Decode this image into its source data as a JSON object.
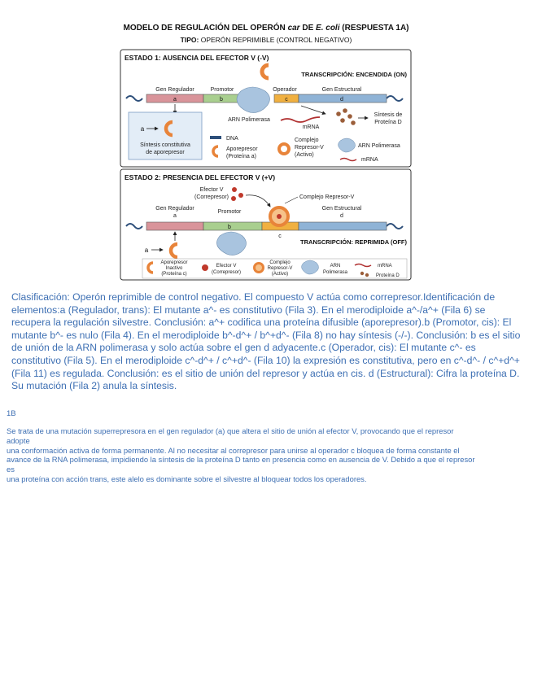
{
  "figure": {
    "title_a": "MODELO DE REGULACIÓN DEL OPERÓN ",
    "title_b": "car",
    "title_c": " DE ",
    "title_d": "E. coli",
    "title_e": " (RESPUESTA 1A)",
    "subtitle_bold": "TIPO:",
    "subtitle_rest": " OPERÓN REPRIMIBLE (CONTROL NEGATIVO)",
    "state1": {
      "title": "ESTADO 1: AUSENCIA DEL EFECTOR V (-V)",
      "transcription": "TRANSCRIPCIÓN: ENCENDIDA (ON)",
      "labels": {
        "gen_regulador": "Gen Regulador",
        "promotor": "Promotor",
        "operador": "Operador",
        "gen_estructural": "Gen Estructural",
        "a": "a",
        "b": "b",
        "c": "c",
        "d": "d",
        "arn_polimerasa": "ARN Polimerasa",
        "mrna": "mRNA",
        "sintesis_d_1": "Síntesis de",
        "sintesis_d_2": "Proteína D",
        "box_a": "a",
        "sintesis_constitutiva_1": "Síntesis constitutiva",
        "sintesis_constitutiva_2": "de aporepresor"
      },
      "legend": {
        "dna": "DNA",
        "aporepresor_1": "Aporepresor",
        "aporepresor_2": "(Proteína a)",
        "complejo_1": "Complejo",
        "complejo_2": "Represor-V",
        "complejo_3": "(Activo)",
        "arn_pol": "ARN Polimerasa",
        "mrna": "mRNA"
      }
    },
    "state2": {
      "title": "ESTADO 2: PRESENCIA DEL EFECTOR V (+V)",
      "efector_1": "Efector V",
      "efector_2": "(Correpresor)",
      "complejo": "Complejo Represor-V",
      "gen_regulador": "Gen Regulador",
      "promotor": "Promotor",
      "gen_estructural": "Gen Estructural",
      "a": "a",
      "b": "b",
      "c": "c",
      "d": "d",
      "transcription": "TRANSCRIPCIÓN: REPRIMIDA (OFF)",
      "box_a": "a",
      "legend": {
        "apo_1": "Aporepresor",
        "apo_2": "Inactivo",
        "apo_3": "(Proteína c)",
        "efector_1": "Efector V",
        "efector_2": "(Correpresor)",
        "complejo_1": "Complejo",
        "complejo_2": "Represor-V",
        "complejo_3": "(Activo)",
        "arn_1": "ARN",
        "arn_2": "Polimerasa",
        "mrna": "mRNA",
        "proteina_d": "Proteína D"
      }
    },
    "colors": {
      "reg_gene": "#d9949a",
      "promoter": "#a9cf8f",
      "operator": "#f0b040",
      "structural": "#8fb3d6",
      "repressor": "#e8843a",
      "polymerase": "#a9c4df",
      "mrna": "#b03030",
      "dna_strand": "#2d4f7a",
      "box_fill": "#e3edf7"
    }
  },
  "paragraph1": "Clasificación: Operón reprimible de control negativo. El compuesto V actúa como correpresor.Identificación de elementos:a (Regulador, trans): El mutante a^- es constitutivo (Fila 3). En el merodiploide a^-/a^+ (Fila 6) se recupera la regulación silvestre. Conclusión: a^+ codifica una proteína difusible (aporepresor).b (Promotor, cis): El mutante b^- es nulo (Fila 4). En el merodiploide b^-d^+ / b^+d^- (Fila 8) no hay síntesis (-/-). Conclusión: b es el sitio de unión de la ARN polimerasa y solo actúa sobre el gen d adyacente.c (Operador, cis): El mutante c^- es constitutivo (Fila 5). En el merodiploide c^-d^+ / c^+d^- (Fila 10) la expresión es constitutiva, pero en c^-d^- / c^+d^+ (Fila 11) es regulada. Conclusión: es el sitio de unión del represor y actúa en cis. d (Estructural): Cifra la proteína D. Su mutación (Fila 2) anula la síntesis.",
  "heading_1b": "1B",
  "paragraph2": {
    "line1": "Se trata de una mutación superrepresora en el gen regulador (a) que altera el sitio de unión al efector V, provocando que el represor",
    "line2": "adopte",
    "line3": "una conformación activa de forma permanente. Al no necesitar al correpresor para unirse al operador c bloquea de forma constante el",
    "line4": "avance de la RNA polimerasa, impidiendo la síntesis de la  proteína D tanto en presencia como en ausencia de V. Debido a que el represor",
    "line5": "es",
    "line6": "una proteína con acción  trans, este alelo es dominante sobre el silvestre al bloquear todos los operadores."
  }
}
